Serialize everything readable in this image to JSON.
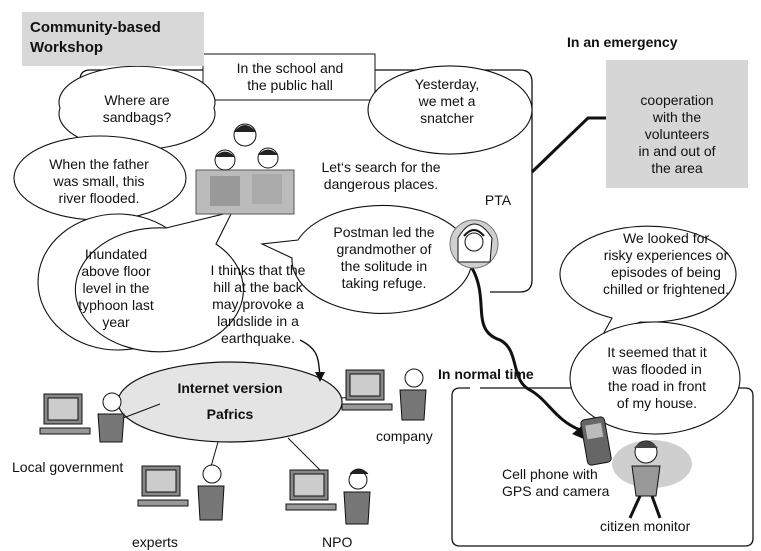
{
  "title": "Community-based\nWorkshop",
  "emergency": {
    "heading": "In an emergency",
    "box_text": "cooperation\nwith the\nvolunteers\nin and out of\nthe area"
  },
  "normal": {
    "heading": "In normal time"
  },
  "workshop": {
    "venue": "In the school and\nthe public hall",
    "bubbles": {
      "sandbags": "Where are\nsandbags?",
      "snatcher": "Yesterday,\nwe met a\nsnatcher",
      "father": "When the father\nwas small, this\nriver flooded.",
      "search": "Let‘s search for the\ndangerous places.",
      "pta": "PTA",
      "postman": "Postman led the\ngrandmother of\nthe solitude in\ntaking refuge.",
      "inundated": "Inundated\nabove floor\nlevel in the\ntyphoon last\nyear",
      "hill": "I thinks that the\nhill at the back\nmay provoke a\nlandslide in a\nearthquake."
    }
  },
  "monitor": {
    "risky": "We looked for\nrisky experiences or\nepisodes of being\nchilled or frightened.",
    "flooded": "It seemed that it\nwas flooded in\nthe road in front\nof my house.",
    "phone": "Cell phone with\nGPS and camera",
    "citizen": "citizen monitor"
  },
  "network": {
    "internet_line1": "Internet version",
    "internet_line2": "Pafrics",
    "nodes": {
      "local_government": "Local government",
      "company": "company",
      "experts": "experts",
      "npo": "NPO"
    }
  },
  "colors": {
    "title_bg": "#d8d8d8",
    "box_bg": "#d6d6d6",
    "ellipse_fill": "#e4e4e4",
    "line": "#111111"
  },
  "icons": [
    "family-group-icon",
    "pta-mother-icon",
    "computer-user-icon",
    "cell-phone-icon",
    "citizen-girl-icon"
  ]
}
